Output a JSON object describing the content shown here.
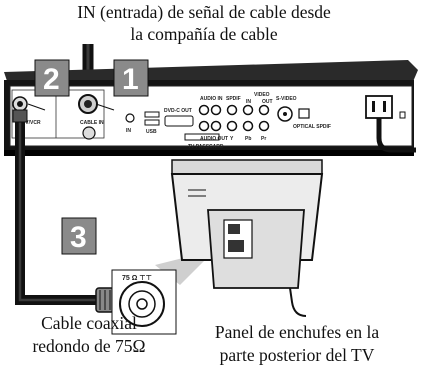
{
  "captions": {
    "signal_in_line1": "IN (entrada) de señal de cable desde",
    "signal_in_line2": "la compañía de cable",
    "coax_line1": "Cable coaxial",
    "coax_line2": "redondo de 75Ω",
    "panel_line1": "Panel de enchufes en la",
    "panel_line2": "parte posterior del TV"
  },
  "steps": {
    "step1": "1",
    "step2": "2",
    "step3": "3"
  },
  "panel_labels": {
    "to_tv_vcr": "TO TV/VCR",
    "cable_in": "CABLE IN",
    "in": "IN",
    "usb": "USB",
    "dvd_out": "DVD-C OUT",
    "tv_passcard": "TV PASSCARD",
    "audio_in": "AUDIO IN",
    "spdif": "SPDIF",
    "video": "VIDEO",
    "video_in": "IN",
    "video_out": "OUT",
    "audio_out": "AUDIO OUT",
    "y": "Y",
    "pb": "Pb",
    "pr": "Pr",
    "s_video": "S-VIDEO",
    "optical": "OPTICAL SPDIF"
  },
  "connector_label": "75 Ω ⊤⊤",
  "colors": {
    "badge": "#8a8a8a",
    "device": "#1a1a1a",
    "cable": "#111111",
    "tv": "#f2f2f2"
  }
}
